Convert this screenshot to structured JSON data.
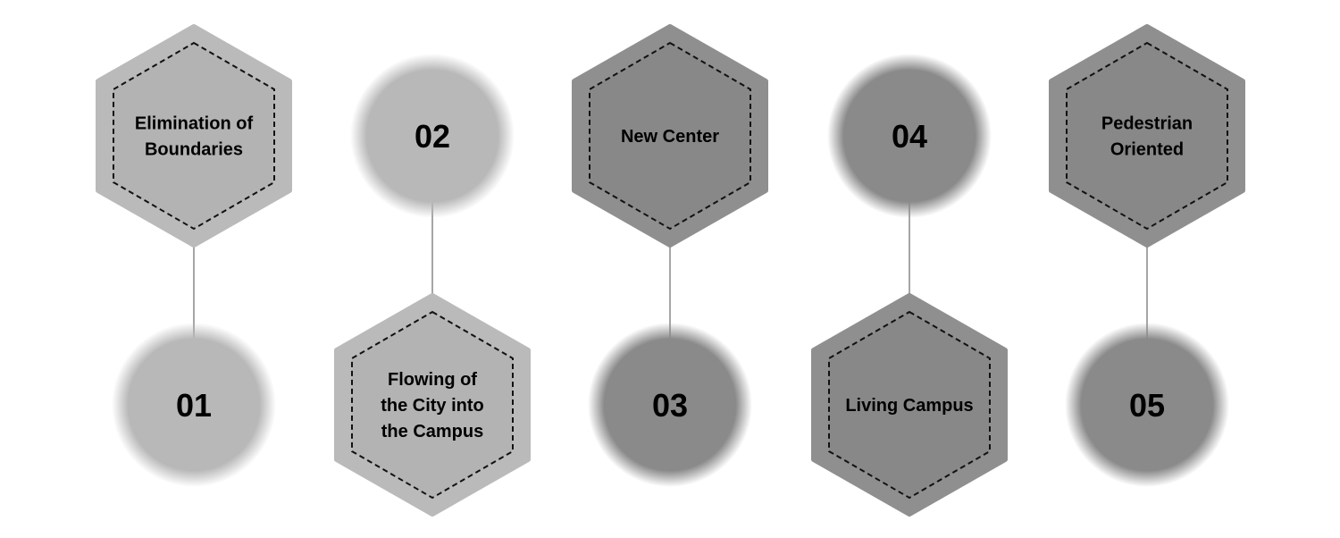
{
  "colors": {
    "light_fill": "#bababa",
    "light_inner": "#b3b3b3",
    "dark_fill": "#8f8f8f",
    "dark_inner": "#888888",
    "connector": "#a6a6a6",
    "dash": "#111111",
    "text": "#000000"
  },
  "steps": [
    {
      "number": "01",
      "label_lines": [
        "Elimination of",
        "Boundaries"
      ],
      "tone": "light",
      "hex_position": "top"
    },
    {
      "number": "02",
      "label_lines": [
        "Flowing of",
        "the City into",
        "the Campus"
      ],
      "tone": "light",
      "hex_position": "bottom"
    },
    {
      "number": "03",
      "label_lines": [
        "New Center"
      ],
      "tone": "dark",
      "hex_position": "top"
    },
    {
      "number": "04",
      "label_lines": [
        "Living Campus"
      ],
      "tone": "dark",
      "hex_position": "bottom"
    },
    {
      "number": "05",
      "label_lines": [
        "Pedestrian",
        "Oriented"
      ],
      "tone": "dark",
      "hex_position": "top"
    }
  ]
}
